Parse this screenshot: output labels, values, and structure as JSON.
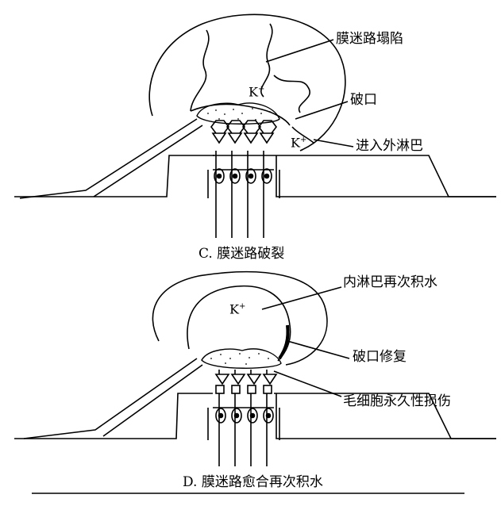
{
  "panel_c": {
    "caption": "C. 膜迷路破裂",
    "ion_inside": "K",
    "ion_outside": "K",
    "ion_sign": "+",
    "labels": [
      "膜迷路塌陷",
      "破口",
      "进入外淋巴"
    ]
  },
  "panel_d": {
    "caption": "D. 膜迷路愈合再次积水",
    "ion_inside": "K",
    "ion_sign": "+",
    "labels": [
      "内淋巴再次积水",
      "破口修复",
      "毛细胞永久性损伤"
    ]
  }
}
